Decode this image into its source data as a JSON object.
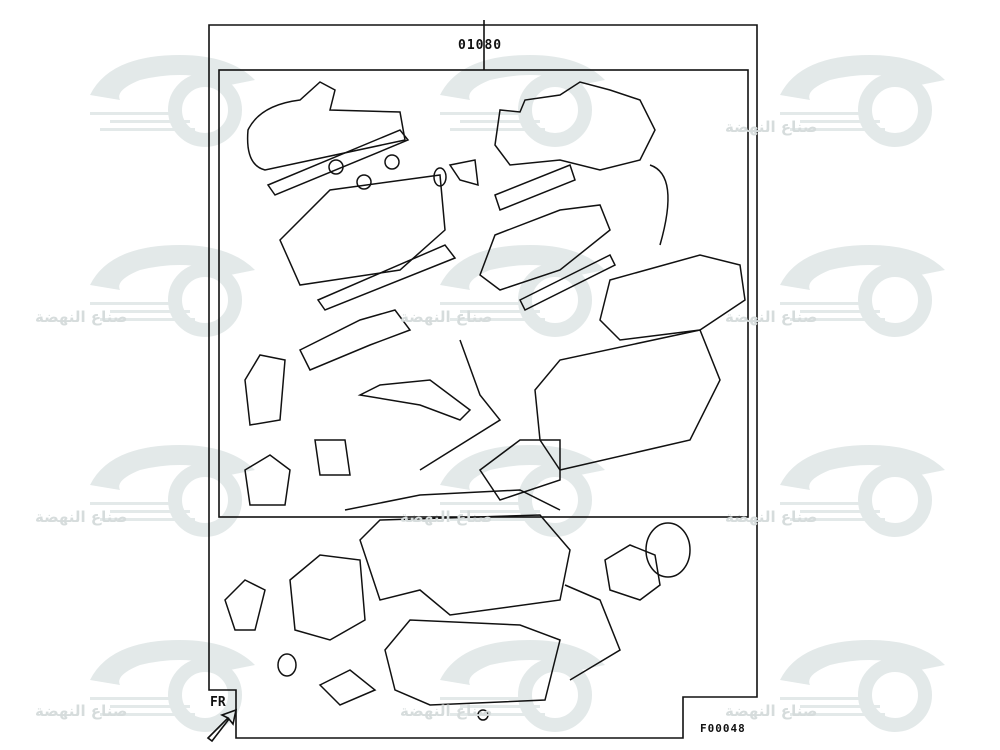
{
  "diagram": {
    "part_number": "01080",
    "figure_code": "F00048",
    "direction_label": "FR"
  },
  "watermark": {
    "text": "صناع النهضة"
  },
  "colors": {
    "line": "#111111",
    "watermark": "#dfe6e6"
  }
}
